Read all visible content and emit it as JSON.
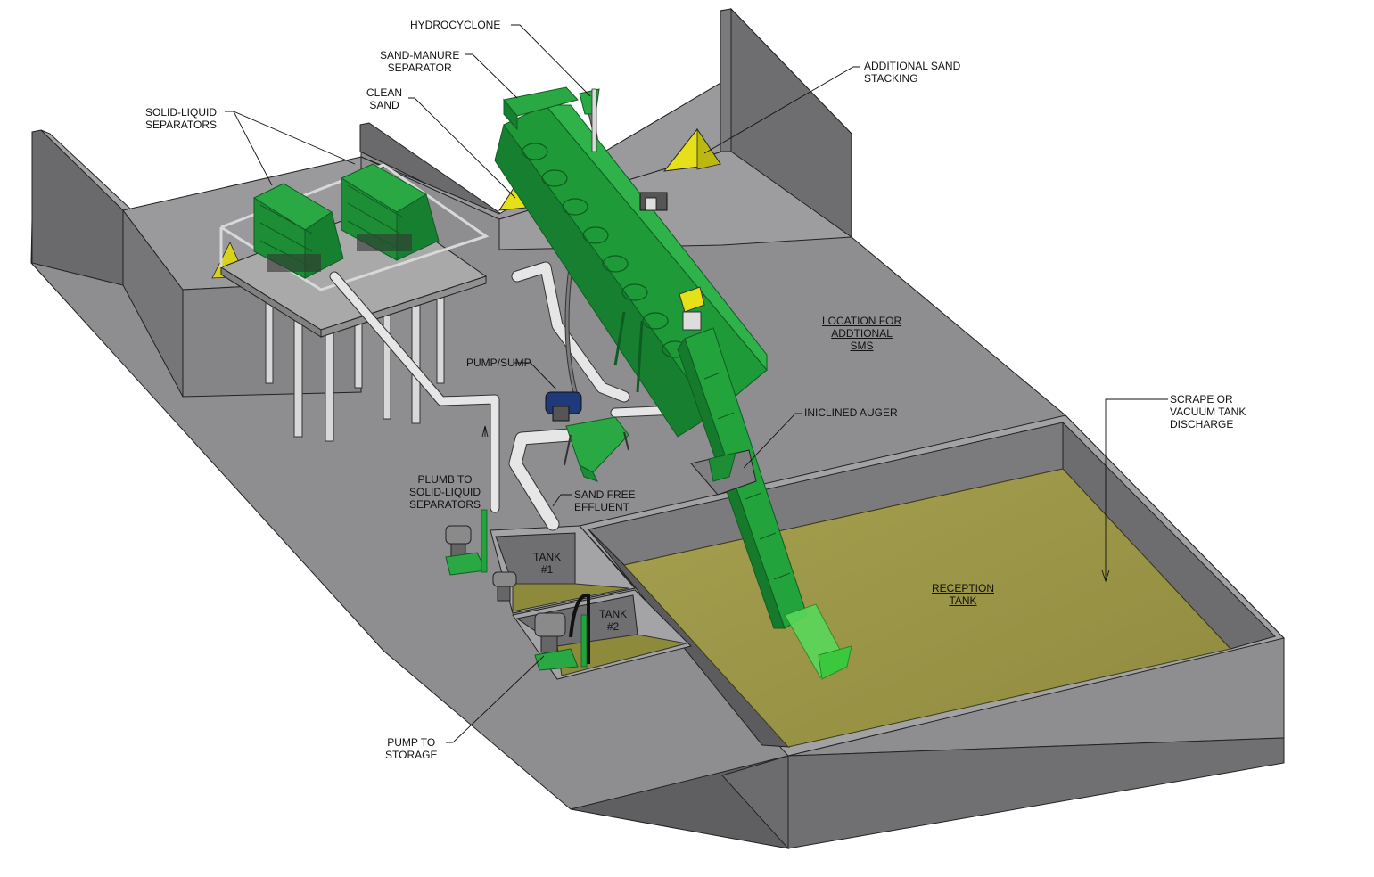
{
  "colors": {
    "floor": "#8e8d90",
    "wall_top": "#9a999c",
    "wall_dark": "#69686b",
    "wall_side": "#7d7c7f",
    "equipment_green": "#22a33c",
    "equipment_dark": "#137a2a",
    "liquid": "#9a9548",
    "sand": "#e8e11a",
    "pipe": "#e4e4e4"
  },
  "labels": {
    "hydrocyclone": "HYDROCYCLONE",
    "sand_manure_separator": [
      "SAND-MANURE",
      "SEPARATOR"
    ],
    "clean_sand": [
      "CLEAN",
      "SAND"
    ],
    "solid_liquid_separators": [
      "SOLID-LIQUID",
      "SEPARATORS"
    ],
    "additional_sand_stacking": [
      "ADDITIONAL SAND",
      "STACKING"
    ],
    "location_for_additional_sms": [
      "LOCATION FOR",
      "ADDTIONAL",
      "SMS"
    ],
    "pump_sump": "PUMP/SUMP",
    "inclined_auger": "INICLINED AUGER",
    "scrape_or_vacuum": [
      "SCRAPE OR",
      "VACUUM TANK",
      "DISCHARGE"
    ],
    "plumb_to_separators": [
      "PLUMB TO",
      "SOLID-LIQUID",
      "SEPARATORS"
    ],
    "sand_free_effluent": [
      "SAND FREE",
      "EFFLUENT"
    ],
    "tank1": [
      "TANK",
      "#1"
    ],
    "tank2": [
      "TANK",
      "#2"
    ],
    "reception_tank": [
      "RECEPTION",
      "TANK"
    ],
    "pump_to_storage": [
      "PUMP TO",
      "STORAGE"
    ]
  }
}
